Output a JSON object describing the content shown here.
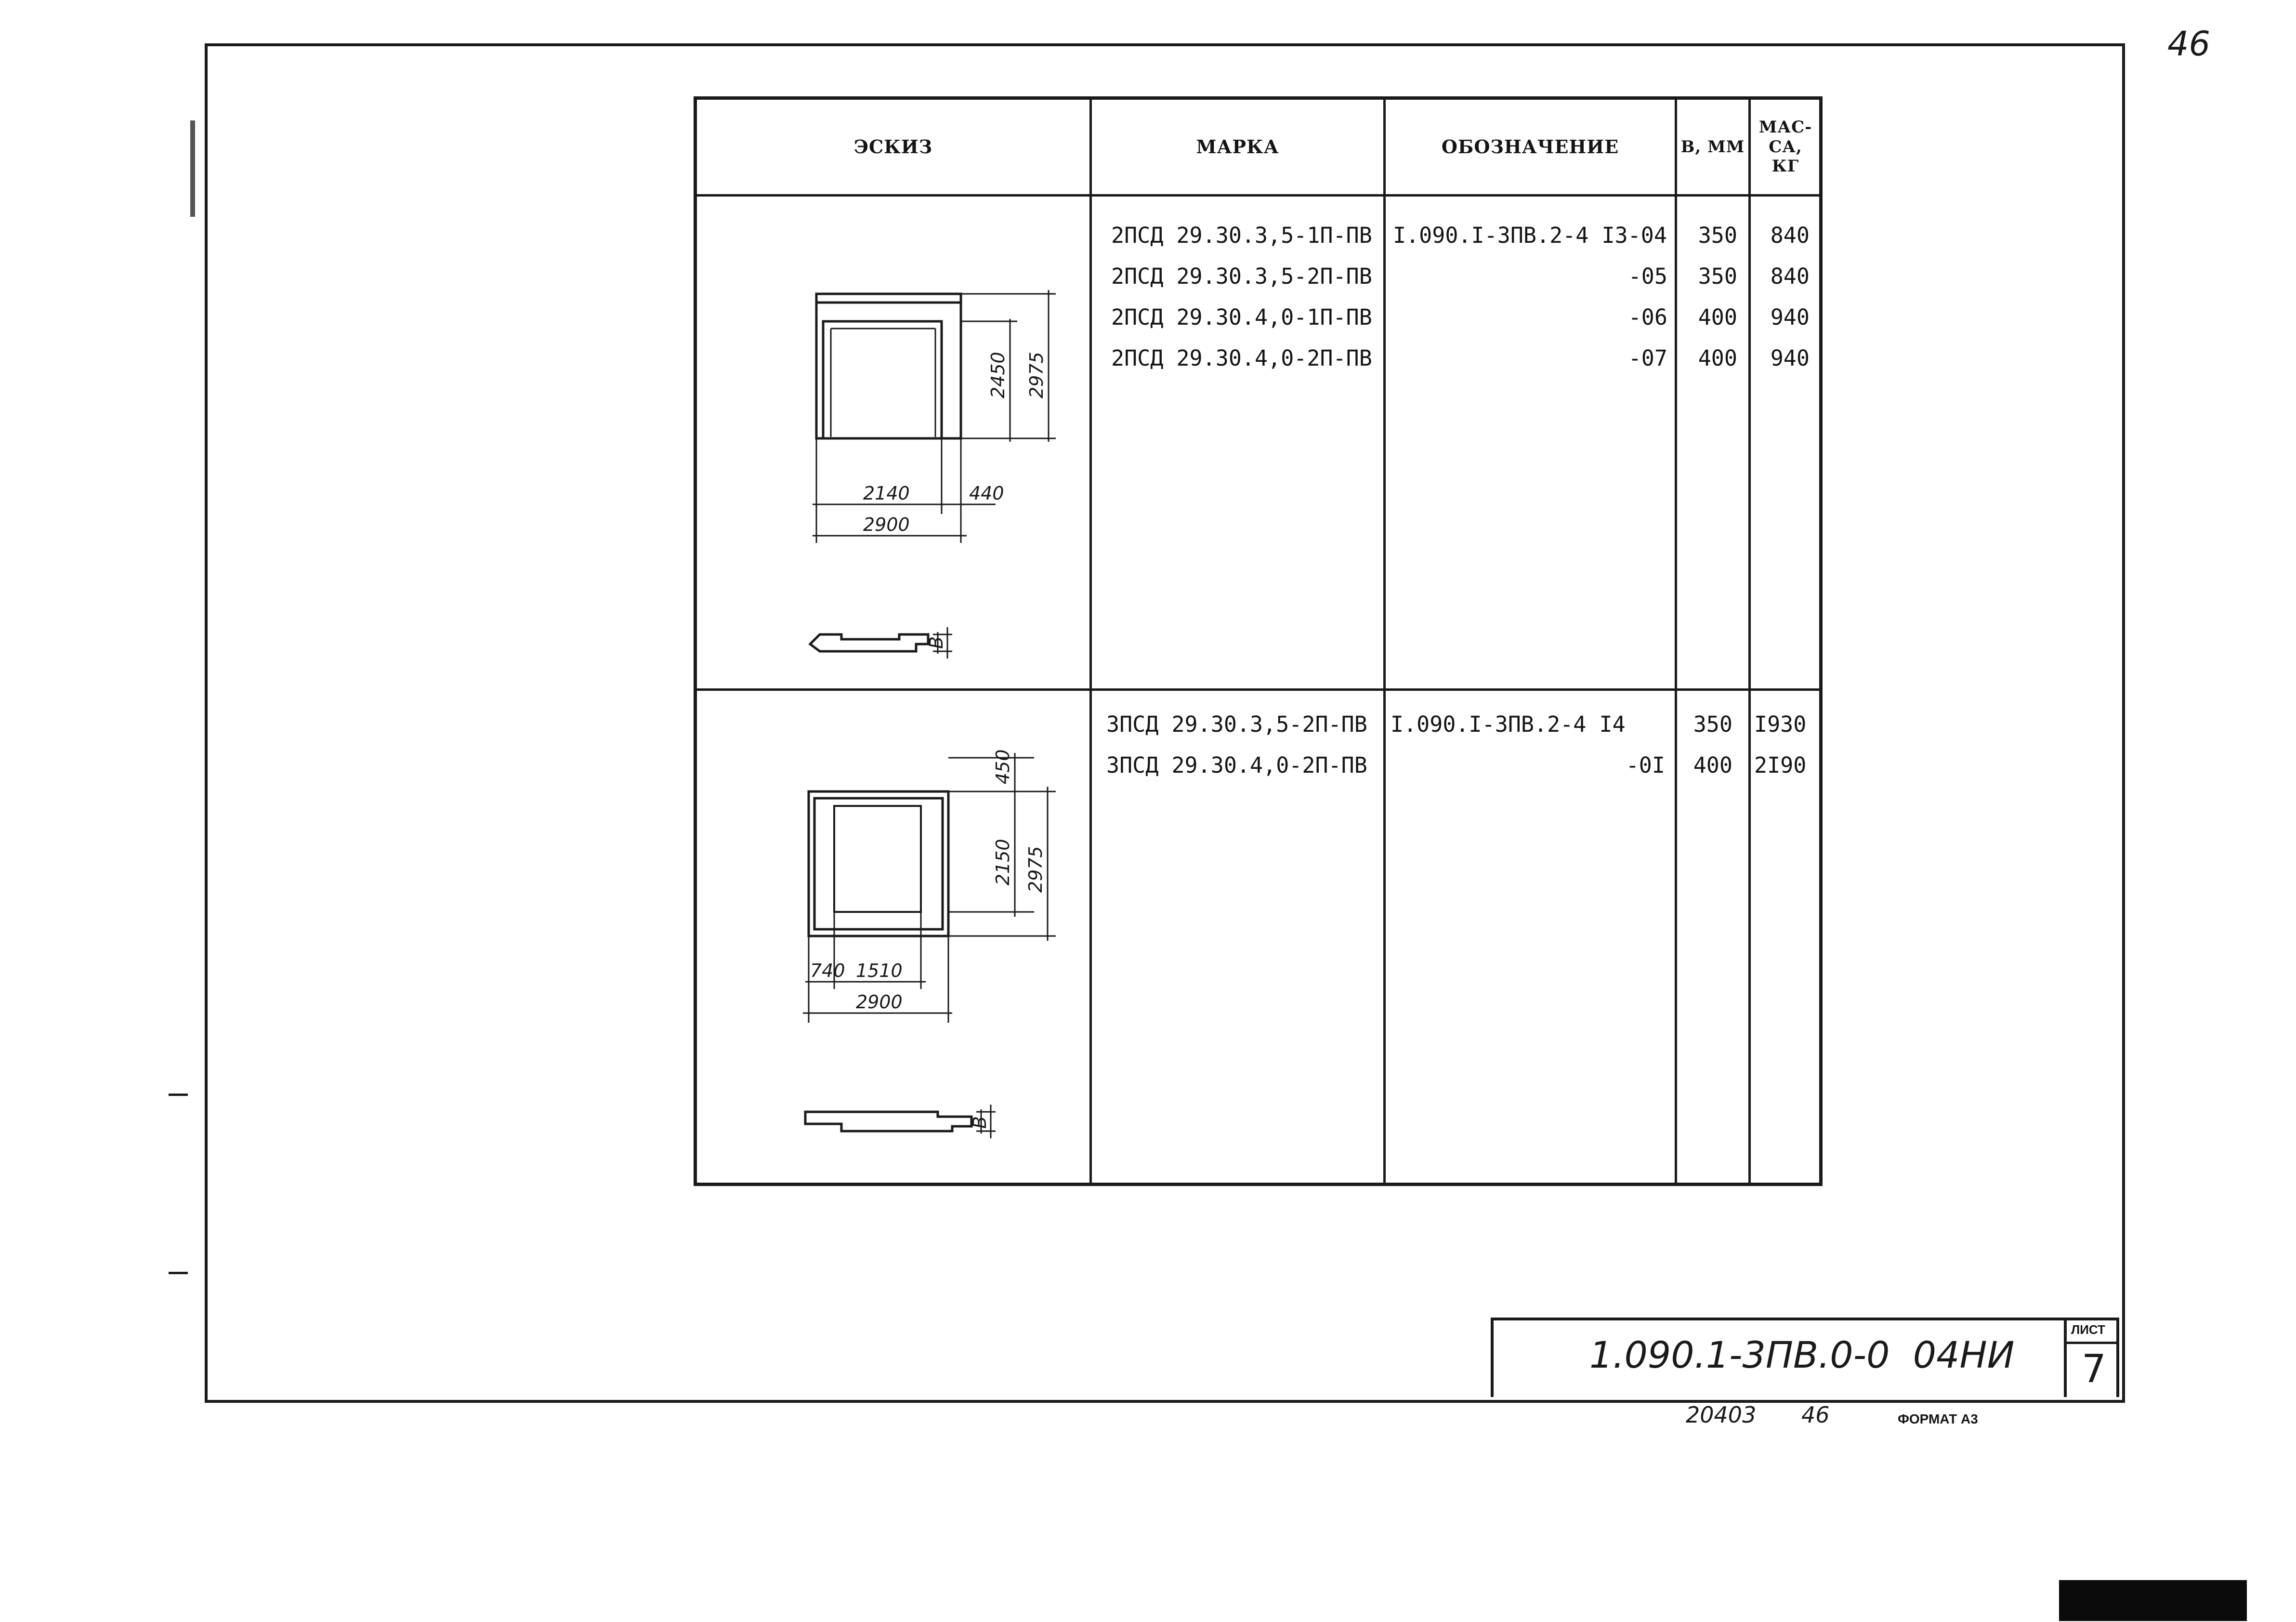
{
  "page_number_handwritten": "46",
  "table": {
    "headers": [
      "ЭСКИЗ",
      "МАРКА",
      "ОБОЗНАЧЕНИЕ",
      "В, ММ",
      "МАС-\nСА,\nКГ"
    ],
    "group1": {
      "rows": [
        {
          "marka": "2ПСД 29.30.3,5-1П-ПВ",
          "oboznachenie": "I.090.I-3ПВ.2-4 I3-04",
          "b": "350",
          "massa": "840"
        },
        {
          "marka": "2ПСД 29.30.3,5-2П-ПВ",
          "oboznachenie": "-05",
          "b": "350",
          "massa": "840"
        },
        {
          "marka": "2ПСД 29.30.4,0-1П-ПВ",
          "oboznachenie": "-06",
          "b": "400",
          "massa": "940"
        },
        {
          "marka": "2ПСД 29.30.4,0-2П-ПВ",
          "oboznachenie": "-07",
          "b": "400",
          "massa": "940"
        }
      ],
      "sketch": {
        "dim_height_inner": "2450",
        "dim_height_total": "2975",
        "dim_width_inner": "2140",
        "dim_width_side": "440",
        "dim_width_total": "2900",
        "section_label": "В"
      }
    },
    "group2": {
      "rows": [
        {
          "marka": "3ПСД 29.30.3,5-2П-ПВ",
          "oboznachenie": "I.090.I-3ПВ.2-4 I4",
          "b": "350",
          "massa": "I930"
        },
        {
          "marka": "3ПСД 29.30.4,0-2П-ПВ",
          "oboznachenie": "-0I",
          "b": "400",
          "massa": "2I90"
        }
      ],
      "sketch": {
        "dim_height_top": "450",
        "dim_height_inner": "2150",
        "dim_height_total": "2975",
        "dim_width_side": "740",
        "dim_width_inner": "1510",
        "dim_width_total": "2900",
        "section_label": "В"
      }
    }
  },
  "title_block": {
    "designation": "1.090.1-3ПВ.0-0  04НИ",
    "sheet_label": "ЛИСТ",
    "sheet_number": "7",
    "inventory_number": "20403",
    "inventory_page": "46",
    "format": "ФОРМАТ А3"
  }
}
